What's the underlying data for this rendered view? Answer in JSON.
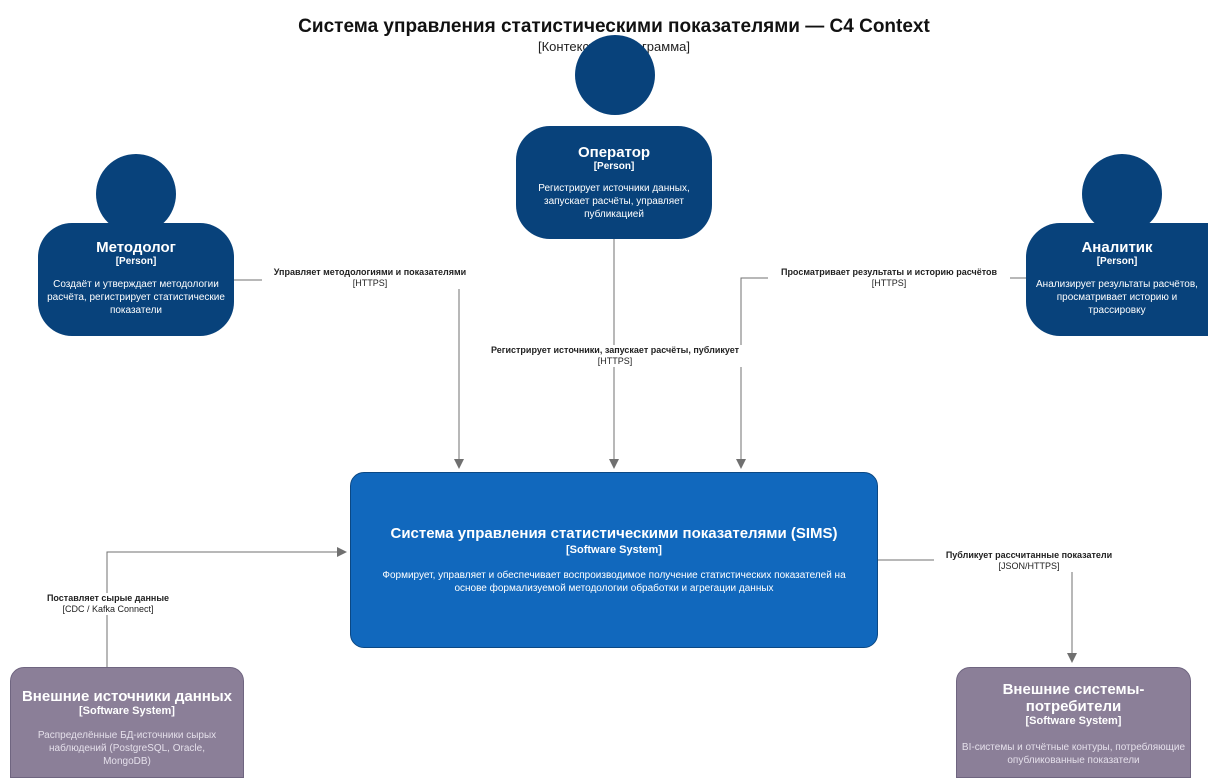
{
  "title": "Система управления статистическими показателями — C4 Context",
  "subtitle": "[Контекстная диаграмма]",
  "operator": {
    "name": "Оператор",
    "type": "[Person]",
    "desc": "Регистрирует источники данных, запускает расчёты, управляет публикацией"
  },
  "methodologist": {
    "name": "Методолог",
    "type": "[Person]",
    "desc": "Создаёт и утверждает методологии расчёта, регистрирует статистические показатели"
  },
  "analyst": {
    "name": "Аналитик",
    "type": "[Person]",
    "desc": "Анализирует результаты расчётов, просматривает историю и трассировку"
  },
  "sims": {
    "name": "Система управления статистическими показателями (SIMS)",
    "type": "[Software System]",
    "desc": "Формирует, управляет и обеспечивает воспроизводимое получение статистических показателей на основе формализуемой методологии обработки и агрегации данных"
  },
  "sources": {
    "name": "Внешние источники данных",
    "type": "[Software System]",
    "desc": "Распределённые БД-источники сырых наблюдений (PostgreSQL, Oracle, MongoDB)"
  },
  "consumers": {
    "name": "Внешние системы-потребители",
    "type": "[Software System]",
    "desc": "BI-системы и отчётные контуры, потребляющие опубликованные показатели"
  },
  "edges": {
    "methodologist": {
      "label": "Управляет методологиями и показателями",
      "tech": "[HTTPS]"
    },
    "operator": {
      "label": "Регистрирует источники, запускает расчёты, публикует",
      "tech": "[HTTPS]"
    },
    "analyst": {
      "label": "Просматривает результаты и историю расчётов",
      "tech": "[HTTPS]"
    },
    "sources": {
      "label": "Поставляет сырые данные",
      "tech": "[CDC / Kafka Connect]"
    },
    "consumers": {
      "label": "Публикует рассчитанные показатели",
      "tech": "[JSON/HTTPS]"
    }
  }
}
